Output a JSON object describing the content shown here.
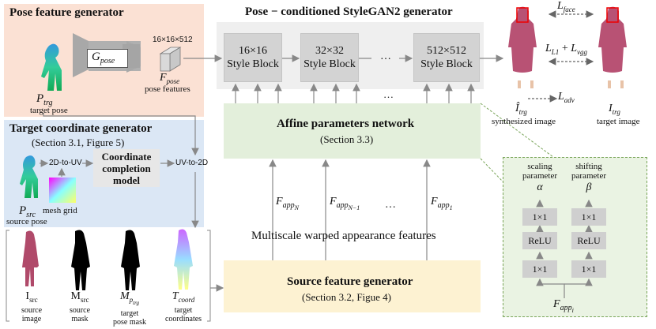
{
  "pose_panel": {
    "title": "Pose feature generator",
    "g_pose": "G",
    "g_pose_sub": "pose",
    "tensor_dims": "16×16×512",
    "f_pose": "F",
    "f_pose_sub": "pose",
    "pose_features": "pose features",
    "p_trg": "P",
    "p_trg_sub": "trg",
    "target_pose": "target pose"
  },
  "stylegan": {
    "title": "Pose − conditioned StyleGAN2 generator",
    "blocks": [
      {
        "size": "16×16",
        "label": "Style Block"
      },
      {
        "size": "32×32",
        "label": "Style Block"
      },
      {
        "size": "512×512",
        "label": "Style Block"
      }
    ],
    "ellipsis": "…"
  },
  "coord_panel": {
    "title": "Target coordinate generator",
    "subtitle": "(Section 3.1, Figure 5)",
    "two_d_to_uv": "2D-to-UV",
    "completion_line1": "Coordinate",
    "completion_line2": "completion",
    "completion_line3": "model",
    "uv_to_2d": "UV-to-2D",
    "mesh_grid": "mesh grid",
    "p_src": "P",
    "p_src_sub": "src",
    "source_pose": "source pose"
  },
  "affine": {
    "title": "Affine parameters network",
    "subtitle": "(Section 3.3)",
    "f_app": "F",
    "f_app_sub": "app",
    "idx_n": "N",
    "idx_n1": "N−1",
    "idx_1": "1",
    "ellipsis": "…"
  },
  "warped_label": "Multiscale warped appearance features",
  "source_gen": {
    "title": "Source feature generator",
    "subtitle": "(Section 3.2, Figue 4)"
  },
  "inputs": [
    {
      "sym": "I",
      "sub": "src",
      "line1": "source",
      "line2": "image"
    },
    {
      "sym": "M",
      "sub": "src",
      "line1": "source",
      "line2": "mask"
    },
    {
      "sym": "M",
      "sub": "p",
      "subsub": "trg",
      "line1": "target",
      "line2": "pose mask"
    },
    {
      "sym": "T",
      "sub": "coord",
      "line1": "target",
      "line2": "coordinates"
    }
  ],
  "outputs": {
    "l_face": "L",
    "l_face_sub": "face",
    "l_l1": "L",
    "l_l1_sub": "L1",
    "plus": "+",
    "l_vgg": "L",
    "l_vgg_sub": "vgg",
    "l_adv": "L",
    "l_adv_sub": "adv",
    "i_hat": "Î",
    "i_hat_sub": "trg",
    "synth": "synthesized image",
    "i_trg": "I",
    "i_trg_sub": "trg",
    "target_image": "target image"
  },
  "affine_detail": {
    "scaling_line1": "scaling",
    "scaling_line2": "parameter",
    "alpha": "α",
    "shifting_line1": "shifting",
    "shifting_line2": "parameter",
    "beta": "β",
    "conv": "1×1",
    "relu": "ReLU",
    "f_app": "F",
    "f_app_sub": "app",
    "f_app_subsub": "i"
  },
  "colors": {
    "pose_bg": "#fbe1d4",
    "coord_bg": "#dbe7f5",
    "stylegan_bg": "#efefef",
    "affine_bg": "#e3efdb",
    "source_bg": "#fdf2d2",
    "detail_bg": "#eaf3e3",
    "detail_border": "#7aa55a"
  }
}
